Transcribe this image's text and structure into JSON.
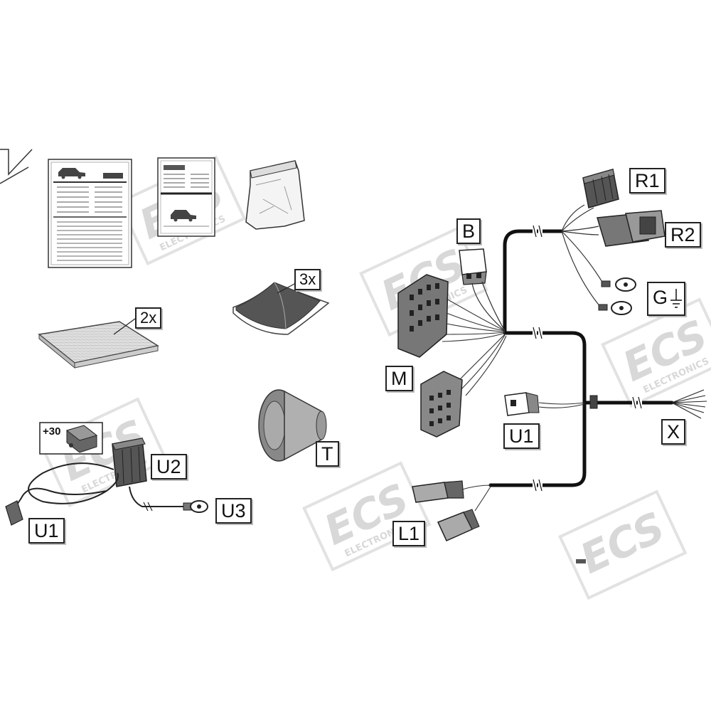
{
  "labels": {
    "r1": "R1",
    "r2": "R2",
    "g": "G",
    "b": "B",
    "m": "M",
    "x": "X",
    "u1_right": "U1",
    "l1": "L1",
    "t": "T",
    "u2": "U2",
    "u3": "U3",
    "u1_left": "U1",
    "qty_foam": "2x",
    "qty_sheets": "3x",
    "plus30": "+30"
  },
  "watermark": {
    "brand": "ECS",
    "sub": "ELECTRONICS"
  },
  "colors": {
    "line": "#222222",
    "watermark": "#dddddd",
    "label_border": "#222222"
  }
}
